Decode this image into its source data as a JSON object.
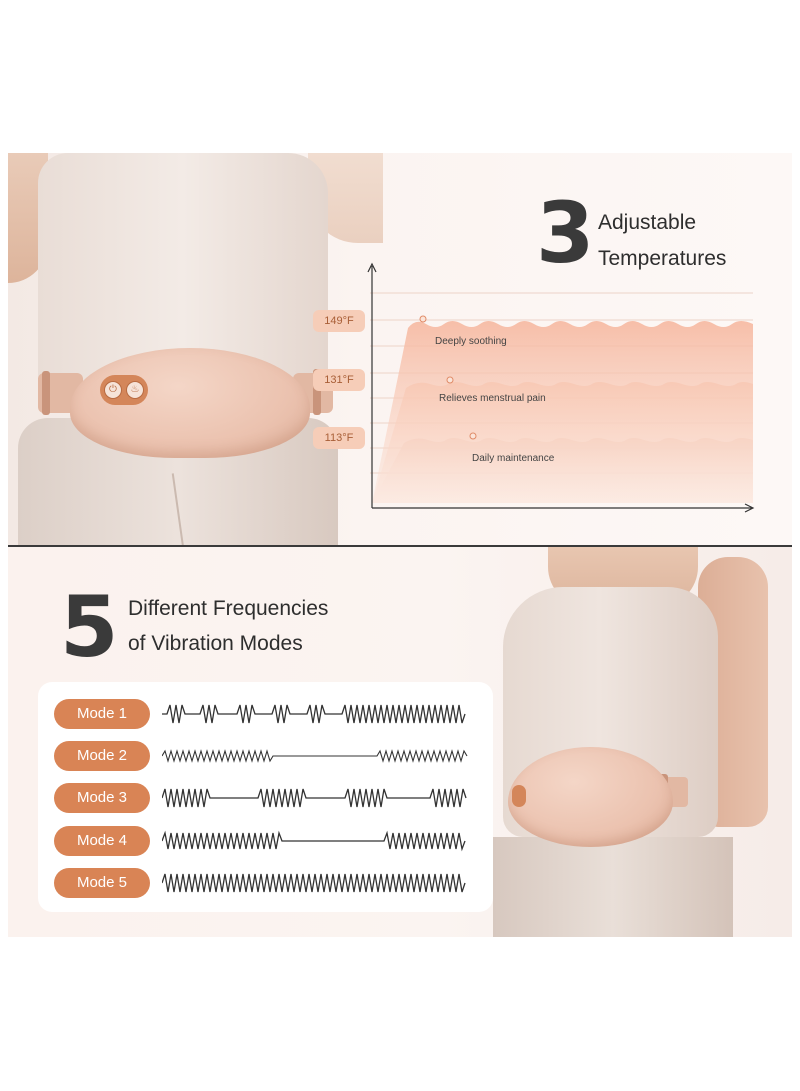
{
  "temperatures": {
    "number": "3",
    "heading_line1": "Adjustable",
    "heading_line2": "Temperatures",
    "levels": [
      {
        "temp": "149°F",
        "description": "Deeply soothing"
      },
      {
        "temp": "131°F",
        "description": "Relieves menstrual pain"
      },
      {
        "temp": "113°F",
        "description": "Daily maintenance"
      }
    ],
    "colors": {
      "fill": "#f8c9b3",
      "label_bg": "#f6cdb8",
      "label_text": "#a85e36"
    }
  },
  "vibration": {
    "number": "5",
    "heading_line1": "Different Frequencies",
    "heading_line2": "of Vibration Modes",
    "modes": [
      {
        "label": "Mode 1"
      },
      {
        "label": "Mode 2"
      },
      {
        "label": "Mode 3"
      },
      {
        "label": "Mode 4"
      },
      {
        "label": "Mode 5"
      }
    ],
    "colors": {
      "pill": "#d98455"
    }
  },
  "device": {
    "controls": [
      "power-icon",
      "heat-icon"
    ],
    "colors": {
      "pad": "#ebc2af",
      "control": "#d4865a"
    }
  }
}
